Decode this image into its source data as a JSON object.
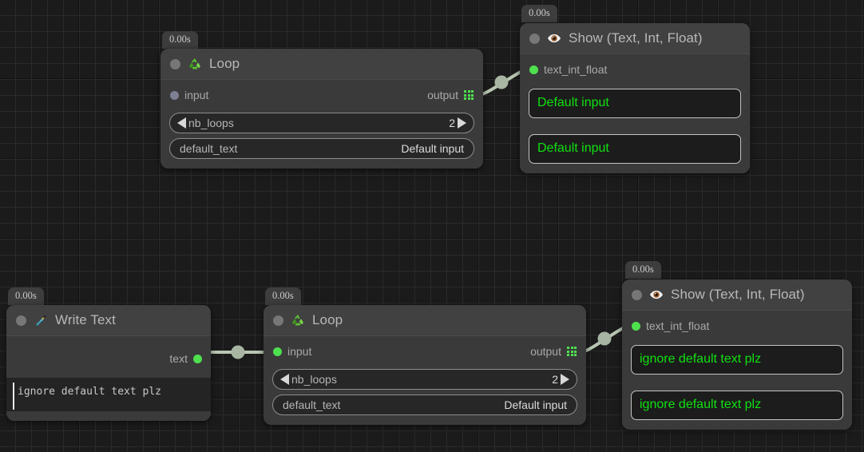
{
  "app": {
    "name": "node-graph-editor",
    "background_color": "#1b1b1b",
    "accent_green": "#4ee04e",
    "value_text_green": "#11e011"
  },
  "nodes": [
    {
      "id": "loop-top",
      "timing": "0.00s",
      "icon": "recycle-icon",
      "title": "Loop",
      "input_label": "input",
      "input_state": "idle",
      "output_label": "output",
      "output_kind": "list",
      "params": [
        {
          "kind": "stepper",
          "name": "nb_loops",
          "value": "2"
        },
        {
          "kind": "text",
          "name": "default_text",
          "value": "Default input"
        }
      ]
    },
    {
      "id": "show-top",
      "timing": "0.00s",
      "icon": "eye-icon",
      "title": "Show (Text, Int, Float)",
      "input_label": "text_int_float",
      "input_state": "green",
      "values": [
        "Default input",
        "Default input"
      ]
    },
    {
      "id": "write-text",
      "timing": "0.00s",
      "icon": "pen-nib-icon",
      "title": "Write Text",
      "output_label": "text",
      "output_state": "green",
      "editor_text": "ignore default text plz"
    },
    {
      "id": "loop-bottom",
      "timing": "0.00s",
      "icon": "recycle-icon",
      "title": "Loop",
      "input_label": "input",
      "input_state": "green",
      "output_label": "output",
      "output_kind": "list",
      "params": [
        {
          "kind": "stepper",
          "name": "nb_loops",
          "value": "2"
        },
        {
          "kind": "text",
          "name": "default_text",
          "value": "Default input"
        }
      ]
    },
    {
      "id": "show-bottom",
      "timing": "0.00s",
      "icon": "eye-icon",
      "title": "Show (Text, Int, Float)",
      "input_label": "text_int_float",
      "input_state": "green",
      "values": [
        "ignore default text plz",
        "ignore default text plz"
      ]
    }
  ],
  "edges": [
    {
      "id": "edge-loop-top-to-show-top",
      "from": "loop-top.output",
      "to": "show-top.text_int_float"
    },
    {
      "id": "edge-write-text-to-loop-bottom",
      "from": "write-text.text",
      "to": "loop-bottom.input"
    },
    {
      "id": "edge-loop-bottom-to-show-bottom",
      "from": "loop-bottom.output",
      "to": "show-bottom.text_int_float"
    }
  ]
}
